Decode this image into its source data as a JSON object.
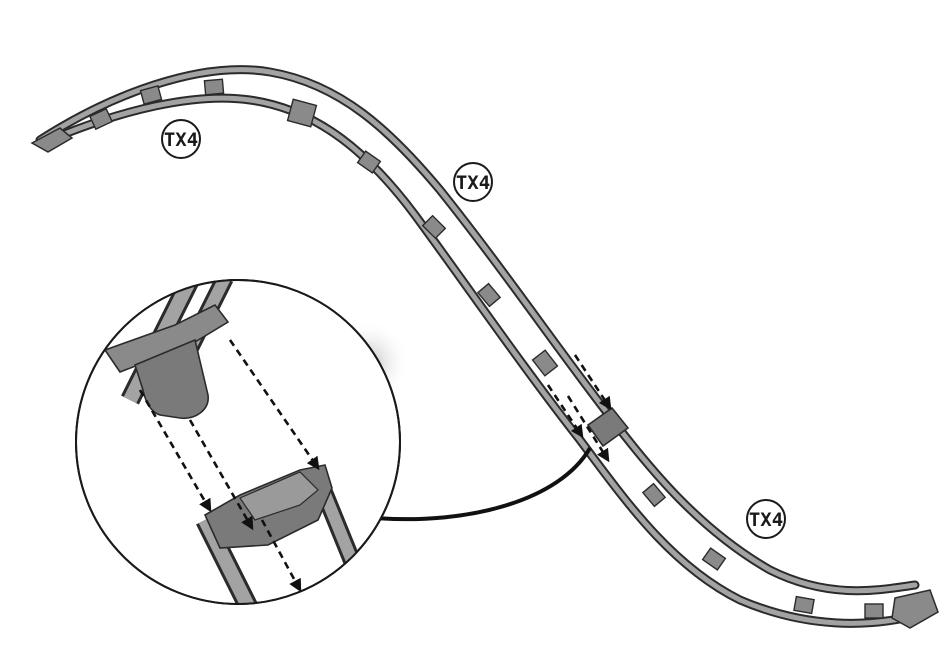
{
  "diagram": {
    "labels": [
      {
        "text": "TX4"
      },
      {
        "text": "TX4"
      },
      {
        "text": "TX4"
      }
    ],
    "colors": {
      "rail": "#9b9b9b",
      "rail_dark": "#6a6a6a",
      "outline": "#2b2b2b",
      "clip": "#8a8a8a",
      "clip_dark": "#5e5e5e",
      "arrow": "#111111",
      "background": "#ffffff"
    },
    "icons": [
      "arrow-down-icon",
      "magnifier-circle",
      "rail-clip"
    ]
  }
}
